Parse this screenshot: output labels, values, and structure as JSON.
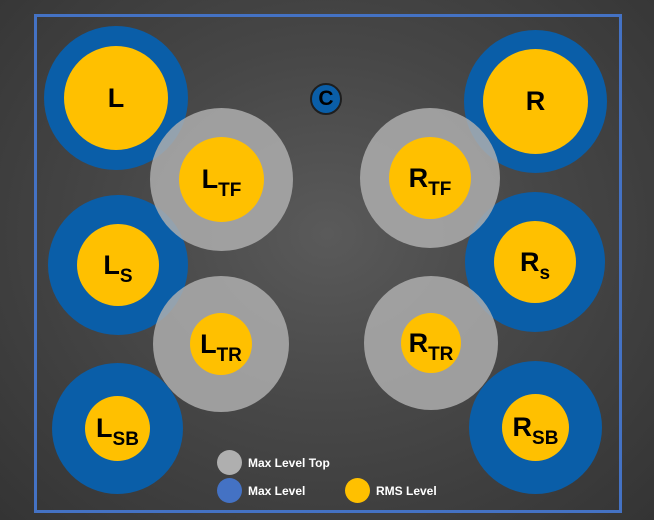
{
  "channels": {
    "l": {
      "label": "L",
      "sub": ""
    },
    "r": {
      "label": "R",
      "sub": ""
    },
    "c": {
      "label": "C",
      "sub": ""
    },
    "ls": {
      "label": "L",
      "sub": "S"
    },
    "rs": {
      "label": "R",
      "sub": "s"
    },
    "lsb": {
      "label": "L",
      "sub": "SB"
    },
    "rsb": {
      "label": "R",
      "sub": "SB"
    },
    "ltf": {
      "label": "L",
      "sub": "TF"
    },
    "rtf": {
      "label": "R",
      "sub": "TF"
    },
    "ltr": {
      "label": "L",
      "sub": "TR"
    },
    "rtr": {
      "label": "R",
      "sub": "TR"
    }
  },
  "legend": {
    "max_level_top": "Max Level Top",
    "max_level": "Max Level",
    "rms_level": "RMS Level"
  },
  "colors": {
    "max_level": "#0a5ea8",
    "max_level_legend": "#4472c4",
    "max_level_top": "#afafaf",
    "rms_level": "#ffc000",
    "frame": "#4472c4"
  }
}
